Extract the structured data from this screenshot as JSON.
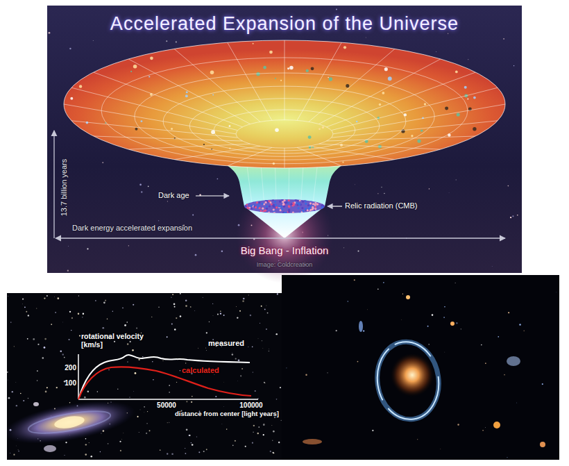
{
  "diagram": {
    "title": "Accelerated Expansion of the Universe",
    "labels": [
      "13.7 billion years",
      "Dark age",
      "Relic radiation (CMB)",
      "Dark energy accelerated expansion",
      "Big Bang - Inflation",
      "Image: Coldcreation",
      "rotational velocity [km/s]",
      "200",
      "100",
      "measured",
      "calculated",
      "50000",
      "100000",
      "distance from center [light years]"
    ]
  }
}
